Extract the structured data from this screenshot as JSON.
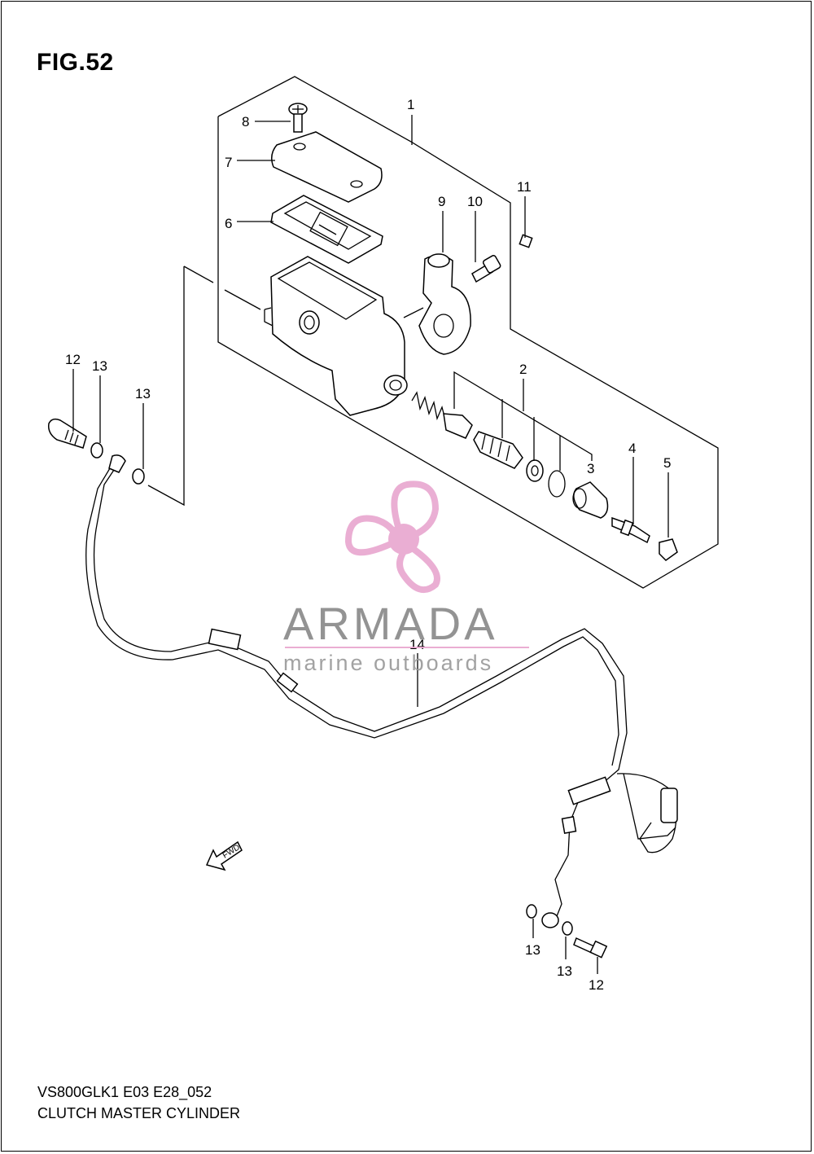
{
  "figure": {
    "title": "FIG.52"
  },
  "footer": {
    "model_code": "VS800GLK1 E03 E28_052",
    "diagram_name": "CLUTCH MASTER CYLINDER"
  },
  "watermark": {
    "brand": "ARMADA",
    "tagline": "marine outboards",
    "accent_color": "#e8a6cf"
  },
  "fwd_label": "FWD",
  "callouts": {
    "c1": "1",
    "c2": "2",
    "c3": "3",
    "c4": "4",
    "c5": "5",
    "c6": "6",
    "c7": "7",
    "c8": "8",
    "c9": "9",
    "c10": "10",
    "c11": "11",
    "c12a": "12",
    "c13a": "13",
    "c13b": "13",
    "c14": "14",
    "c13c": "13",
    "c13d": "13",
    "c12b": "12"
  }
}
